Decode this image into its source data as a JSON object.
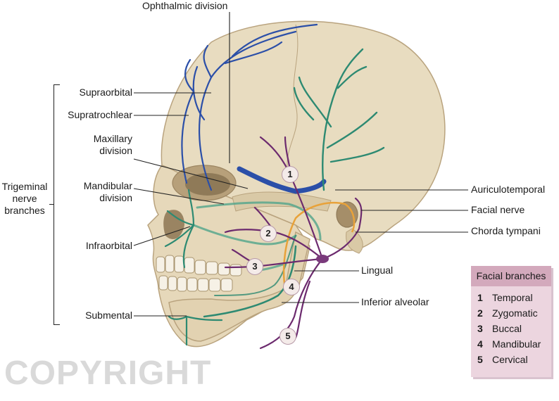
{
  "labels": {
    "ophthalmic_division": "Ophthalmic division",
    "supraorbital": "Supraorbital",
    "supratrochlear": "Supratrochlear",
    "maxillary_division": [
      "Maxillary",
      "division"
    ],
    "mandibular_division": [
      "Mandibular",
      "division"
    ],
    "infraorbital": "Infraorbital",
    "submental": "Submental",
    "trigeminal_nerve_branches": [
      "Trigeminal",
      "nerve",
      "branches"
    ],
    "auriculotemporal": "Auriculotemporal",
    "facial_nerve": "Facial nerve",
    "chorda_tympani": "Chorda tympani",
    "lingual": "Lingual",
    "inferior_alveolar": "Inferior alveolar"
  },
  "markers": [
    "1",
    "2",
    "3",
    "4",
    "5"
  ],
  "legend": {
    "title": "Facial branches",
    "items": [
      {
        "num": "1",
        "label": "Temporal"
      },
      {
        "num": "2",
        "label": "Zygomatic"
      },
      {
        "num": "3",
        "label": "Buccal"
      },
      {
        "num": "4",
        "label": "Mandibular"
      },
      {
        "num": "5",
        "label": "Cervical"
      }
    ]
  },
  "watermark": "COPYRIGHT",
  "colors": {
    "bone": "#e8dcc0",
    "bone_shadow": "#cdbb98",
    "trigeminal_blue": "#2b4fa8",
    "facial_green": "#2d8a72",
    "facial_purple": "#6c2a6e",
    "chorda_orange": "#e8a23a",
    "legend_bg": "#ecd5df",
    "legend_header": "#d3a9bc"
  }
}
